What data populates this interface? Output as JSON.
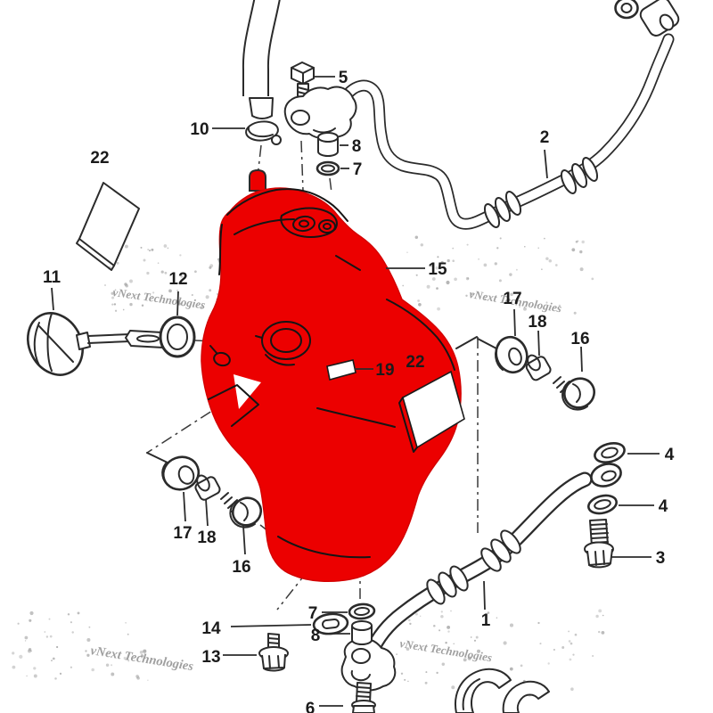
{
  "diagram": {
    "kind": "exploded-parts-diagram",
    "highlight_color": "#ec0000",
    "line_color": "#2b2b2b",
    "background": "#ffffff",
    "watermark": {
      "text": "vNext Technologies",
      "color": "#8f8f8f"
    },
    "highlighted_callout": "15",
    "callouts": [
      {
        "ref": "5"
      },
      {
        "ref": "10"
      },
      {
        "ref": "8"
      },
      {
        "ref": "7"
      },
      {
        "ref": "2"
      },
      {
        "ref": "22"
      },
      {
        "ref": "11"
      },
      {
        "ref": "12"
      },
      {
        "ref": "15"
      },
      {
        "ref": "17"
      },
      {
        "ref": "18"
      },
      {
        "ref": "16"
      },
      {
        "ref": "19"
      },
      {
        "ref": "22"
      },
      {
        "ref": "17"
      },
      {
        "ref": "18"
      },
      {
        "ref": "16"
      },
      {
        "ref": "14"
      },
      {
        "ref": "13"
      },
      {
        "ref": "7"
      },
      {
        "ref": "8"
      },
      {
        "ref": "1"
      },
      {
        "ref": "4"
      },
      {
        "ref": "4"
      },
      {
        "ref": "3"
      },
      {
        "ref": "6"
      }
    ]
  }
}
